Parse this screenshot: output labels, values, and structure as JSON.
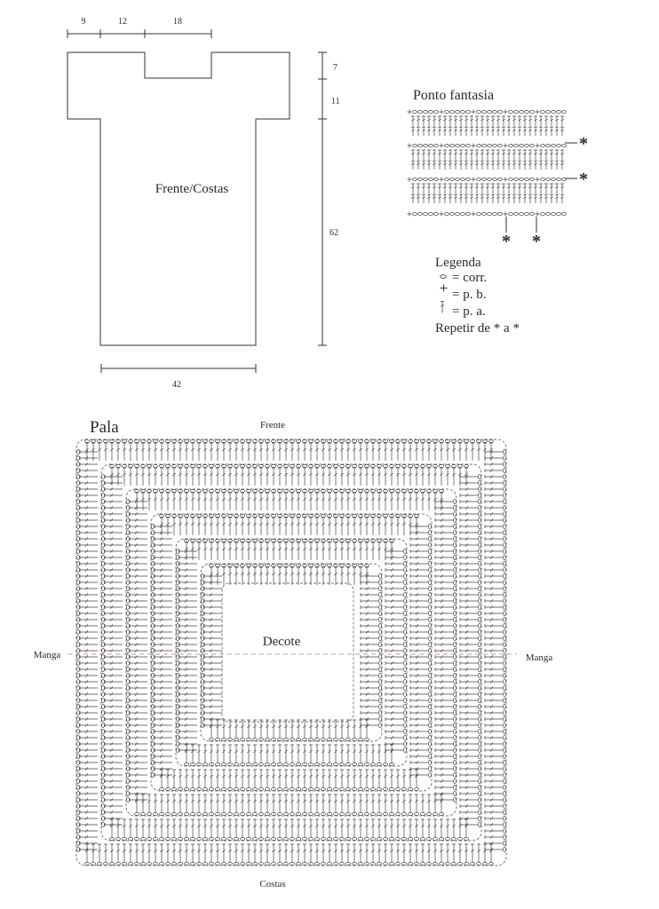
{
  "pattern": {
    "dimensions": {
      "top_left": "9",
      "top_mid": "12",
      "top_right": "18",
      "right_top": "7",
      "right_mid": "11",
      "right_body": "62",
      "bottom": "42"
    },
    "piece_label": "Frente/Costas"
  },
  "stitch": {
    "title": "Ponto fantasia",
    "asterisk": "*"
  },
  "legend": {
    "title": "Legenda",
    "items": [
      {
        "icon": "chain-stitch-icon",
        "text": "= corr."
      },
      {
        "icon": "single-crochet-icon",
        "text": "= p. b."
      },
      {
        "icon": "double-crochet-icon",
        "text": "= p. a."
      }
    ],
    "repeat": "Repetir de * a *"
  },
  "yoke": {
    "title": "Pala",
    "front": "Frente",
    "back": "Costas",
    "center": "Decote",
    "left": "Manga",
    "right": "Manga",
    "dash_color": "#b07a7a"
  }
}
